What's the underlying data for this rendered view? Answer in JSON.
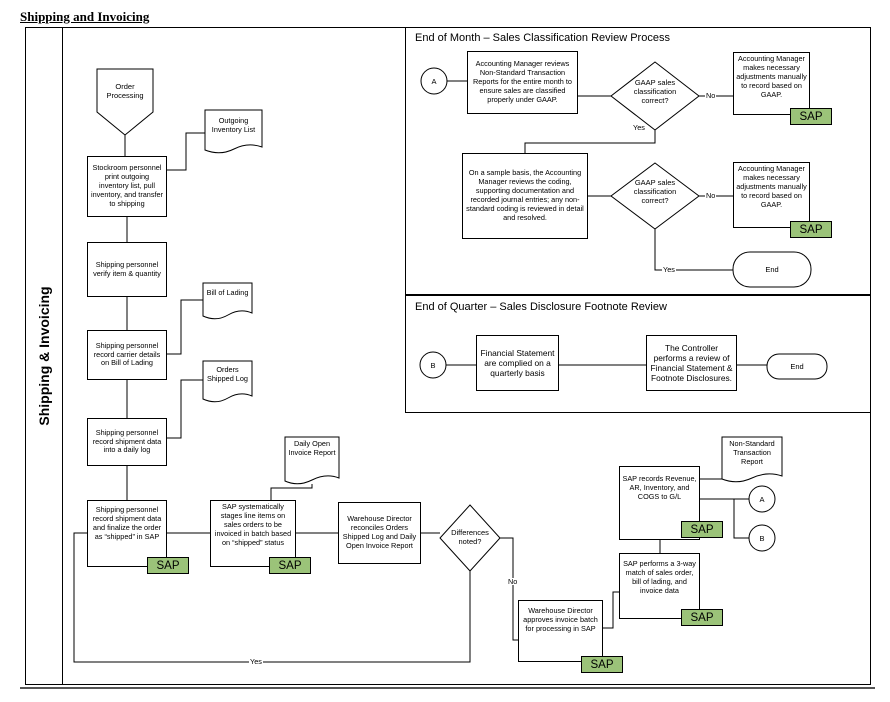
{
  "page": {
    "title": "Shipping and Invoicing"
  },
  "lane": {
    "label": "Shipping & Invoicing"
  },
  "sections": {
    "end_of_month": {
      "title": "End of Month – Sales Classification Review Process"
    },
    "end_of_quarter": {
      "title": "End of Quarter – Sales Disclosure Footnote Review"
    }
  },
  "nodes": {
    "order_processing": "Order Processing",
    "outgoing_inventory_list": "Outgoing Inventory List",
    "stockroom": "Stockroom personnel print outgoing inventory list, pull inventory, and transfer to shipping",
    "verify": "Shipping personnel verify item & quantity",
    "bill_of_lading": "Bill of Lading",
    "carrier": "Shipping personnel record carrier details on Bill of Lading",
    "orders_shipped_log": "Orders Shipped Log",
    "record_log": "Shipping personnel record shipment data into a daily log",
    "finalize": "Shipping personnel record shipment data and finalize the order as “shipped” in SAP",
    "daily_open_invoice": "Daily Open Invoice Report",
    "sap_stages": "SAP systematically stages line items on sales orders to be invoiced in batch based on “shipped” status",
    "warehouse_reconcile": "Warehouse Director reconciles Orders Shipped Log and Daily Open Invoice Report",
    "differences": "Differences noted?",
    "warehouse_approve": "Warehouse Director approves invoice batch for processing in SAP",
    "sap_match": "SAP performs a 3-way match of sales order, bill of lading, and invoice data",
    "sap_records": "SAP records Revenue, AR, Inventory, and COGS to G/L",
    "nonstandard_report": "Non-Standard Transaction Report",
    "am_reviews": "Accounting Manager reviews Non-Standard Transaction Reports for the entire month to ensure sales are classified properly under GAAP.",
    "gaap1": "GAAP sales classification correct?",
    "am_adjust1": "Accounting Manager makes necessary adjustments manually to record based on GAAP.",
    "sample_review": "On a sample basis, the Accounting Manager reviews the coding, supporting documentation and recorded journal entries; any non-standard coding is reviewed in detail and resolved.",
    "gaap2": "GAAP sales classification correct?",
    "am_adjust2": "Accounting Manager makes necessary adjustments manually to record based on GAAP.",
    "end1": "End",
    "fs_complied": "Financial Statement are complied on a quarterly basis",
    "controller_review": "The Controller performs a review of Financial Statement & Footnote Disclosures.",
    "end2": "End"
  },
  "connectors": {
    "a": "A",
    "b": "B"
  },
  "sap_tag": "SAP",
  "flow_labels": {
    "yes": "Yes",
    "no": "No"
  },
  "colors": {
    "sap_fill": "#9bc379",
    "line": "#000000",
    "background": "#ffffff"
  }
}
